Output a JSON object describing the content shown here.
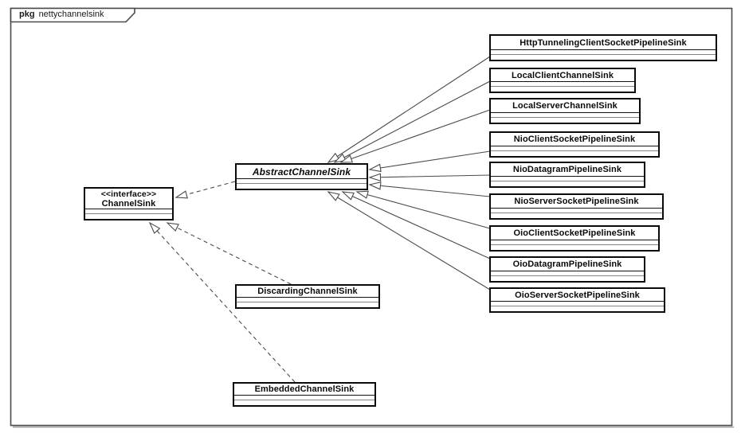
{
  "package": {
    "keyword": "pkg",
    "name": "nettychannelsink"
  },
  "nodes": {
    "interface": {
      "stereotype": "<<interface>>",
      "name": "ChannelSink"
    },
    "abstract": {
      "name": "AbstractChannelSink"
    },
    "implementations": [
      {
        "name": "DiscardingChannelSink"
      },
      {
        "name": "EmbeddedChannelSink"
      }
    ],
    "subclasses": [
      {
        "name": "HttpTunnelingClientSocketPipelineSink"
      },
      {
        "name": "LocalClientChannelSink"
      },
      {
        "name": "LocalServerChannelSink"
      },
      {
        "name": "NioClientSocketPipelineSink"
      },
      {
        "name": "NioDatagramPipelineSink"
      },
      {
        "name": "NioServerSocketPipelineSink"
      },
      {
        "name": "OioClientSocketPipelineSink"
      },
      {
        "name": "OioDatagramPipelineSink"
      },
      {
        "name": "OioServerSocketPipelineSink"
      }
    ]
  },
  "relationships": {
    "realizations": [
      {
        "from": "AbstractChannelSink",
        "to": "ChannelSink",
        "style": "dashed-hollow-triangle"
      },
      {
        "from": "DiscardingChannelSink",
        "to": "ChannelSink",
        "style": "dashed-hollow-triangle"
      },
      {
        "from": "EmbeddedChannelSink",
        "to": "ChannelSink",
        "style": "dashed-hollow-triangle"
      }
    ],
    "generalizations": [
      {
        "from": "HttpTunnelingClientSocketPipelineSink",
        "to": "AbstractChannelSink"
      },
      {
        "from": "LocalClientChannelSink",
        "to": "AbstractChannelSink"
      },
      {
        "from": "LocalServerChannelSink",
        "to": "AbstractChannelSink"
      },
      {
        "from": "NioClientSocketPipelineSink",
        "to": "AbstractChannelSink"
      },
      {
        "from": "NioDatagramPipelineSink",
        "to": "AbstractChannelSink"
      },
      {
        "from": "NioServerSocketPipelineSink",
        "to": "AbstractChannelSink"
      },
      {
        "from": "OioClientSocketPipelineSink",
        "to": "AbstractChannelSink"
      },
      {
        "from": "OioDatagramPipelineSink",
        "to": "AbstractChannelSink"
      },
      {
        "from": "OioServerSocketPipelineSink",
        "to": "AbstractChannelSink"
      }
    ]
  },
  "colors": {
    "box_border": "#0a0a0a",
    "line": "#4a4a4a",
    "frame": "#4a4a4a",
    "background": "#ffffff"
  }
}
